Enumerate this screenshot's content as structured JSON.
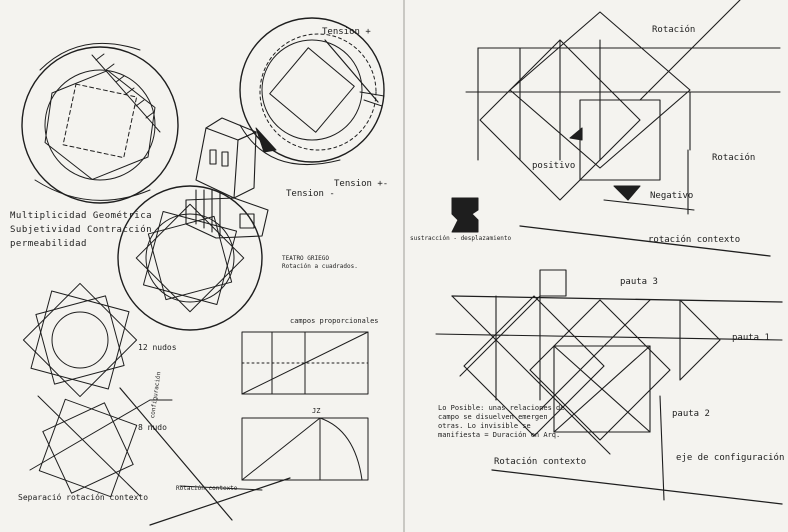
{
  "left_sheet": {
    "tension_plus_top": "Tension +",
    "tension_plus_right": "Tension +-",
    "tension_minus": "Tension -",
    "multiplicidad": [
      "Multiplicidad Geométrica",
      "Subjetividad Contracción",
      "permeabilidad"
    ],
    "teatro": [
      "TEATRO GRIEGO",
      "Rotación a cuadrados."
    ],
    "nudos_12": "12 nudos",
    "nudos_8": "8 nudo",
    "configuracion": "configuración",
    "campos": "campos proporcionales",
    "rotacion_contexto": "Rotación contexto",
    "separacion": "Separació rotación contexto",
    "jz": "JZ"
  },
  "right_sheet": {
    "rotacion_top": "Rotación",
    "positivo": "positivo",
    "rotacion_right": "Rotación",
    "negativo": "Negativo",
    "sustraccion": "sustracción - desplazamiento",
    "rotacion_contexto_1": "rotación contexto",
    "pauta_3": "pauta 3",
    "pauta_1": "pauta 1",
    "pauta_2": "pauta 2",
    "lo_posible": "Lo Posible: unas relaciones de campo se disuelven emergen otras. Lo invisible se manifiesta = Duración en Arq.",
    "eje": "eje de configuración",
    "rotacion_contexto_2": "Rotación contexto"
  },
  "colors": {
    "paper": "#f4f3ef",
    "ink": "#1e1e1e"
  }
}
